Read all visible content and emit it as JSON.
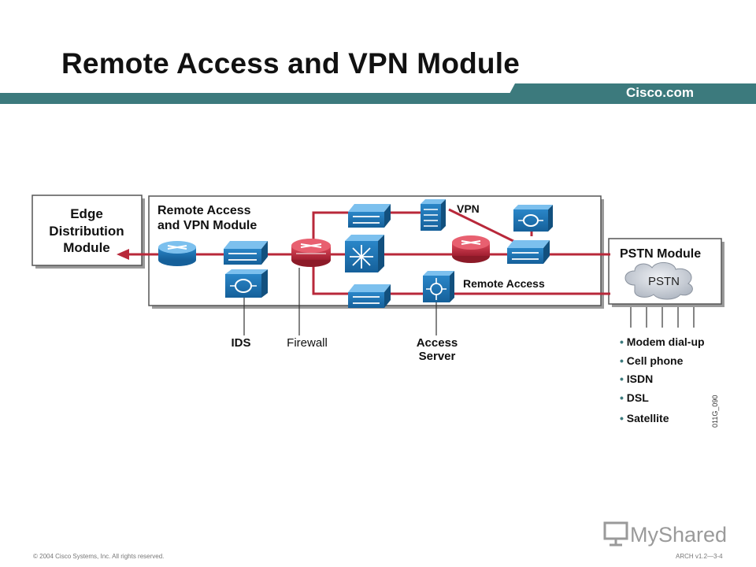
{
  "page": {
    "title": "Remote Access and VPN Module",
    "brand": "Cisco.com",
    "footer_copyright": "© 2004 Cisco Systems, Inc. All rights reserved.",
    "footer_code": "ARCH v1.2—3-4",
    "watermark": "MyShared"
  },
  "diagram": {
    "edge_box": {
      "line1": "Edge",
      "line2": "Distribution",
      "line3": "Module"
    },
    "ravpn_box": {
      "line1": "Remote Access",
      "line2": "and VPN Module"
    },
    "vpn_label": "VPN",
    "remote_access_label": "Remote Access",
    "pstn_box": {
      "title": "PSTN Module",
      "cloud": "PSTN"
    },
    "callouts": {
      "ids": "IDS",
      "firewall": "Firewall",
      "access_line1": "Access",
      "access_line2": "Server"
    },
    "pstn_list": [
      "Modem dial-up",
      "Cell phone",
      "ISDN",
      "DSL",
      "Satellite"
    ],
    "figure_id": "011G_090",
    "colors": {
      "link": "#b8283a",
      "device_blue": "#1a6ea8",
      "router_red": "#c3283c",
      "teal": "#3c7a7d"
    }
  }
}
